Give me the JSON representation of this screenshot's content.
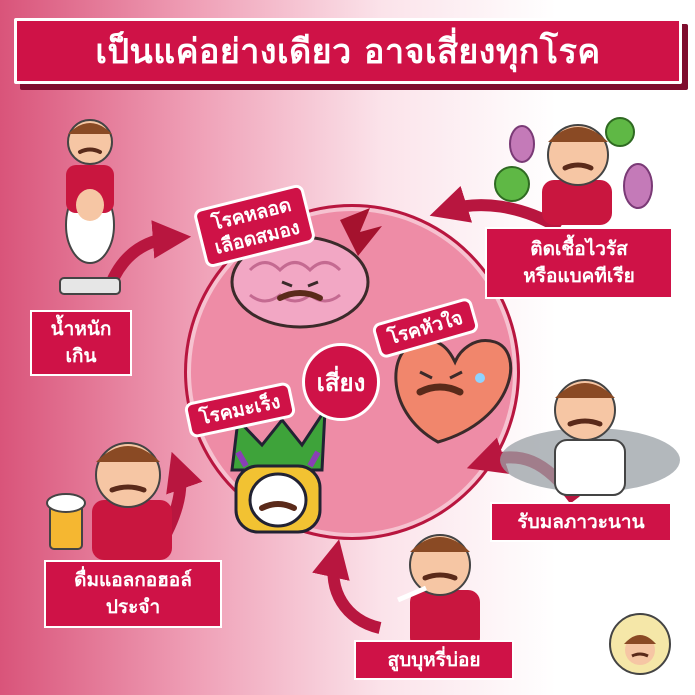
{
  "title": "เป็นแค่อย่างเดียว อาจเสี่ยงทุกโรค",
  "center": "เสี่ยง",
  "diseases": {
    "stroke": [
      "โรคหลอด",
      "เลือดสมอง"
    ],
    "heart": "โรคหัวใจ",
    "cancer": "โรคมะเร็ง"
  },
  "causes": {
    "overweight": [
      "น้ำหนัก",
      "เกิน"
    ],
    "infection": [
      "ติดเชื้อไวรัส",
      "หรือแบคทีเรีย"
    ],
    "pollution": "รับมลภาวะนาน",
    "smoking": "สูบบุหรี่บ่อย",
    "alcohol": [
      "ดื่มแอลกอฮอล์",
      "ประจำ"
    ]
  },
  "colors": {
    "brand": "#cf1247",
    "brand_dark": "#7f0d2e",
    "circle": "#ee8ca6",
    "shirt": "#c9163f",
    "skin": "#f6c6a4",
    "hair": "#8a4a24"
  },
  "icons": [
    "brain-icon",
    "heart-icon",
    "cell-icon",
    "virus-icon",
    "beer-icon",
    "cigarette-icon",
    "scale-icon",
    "smoke-icon",
    "logo-badge"
  ]
}
